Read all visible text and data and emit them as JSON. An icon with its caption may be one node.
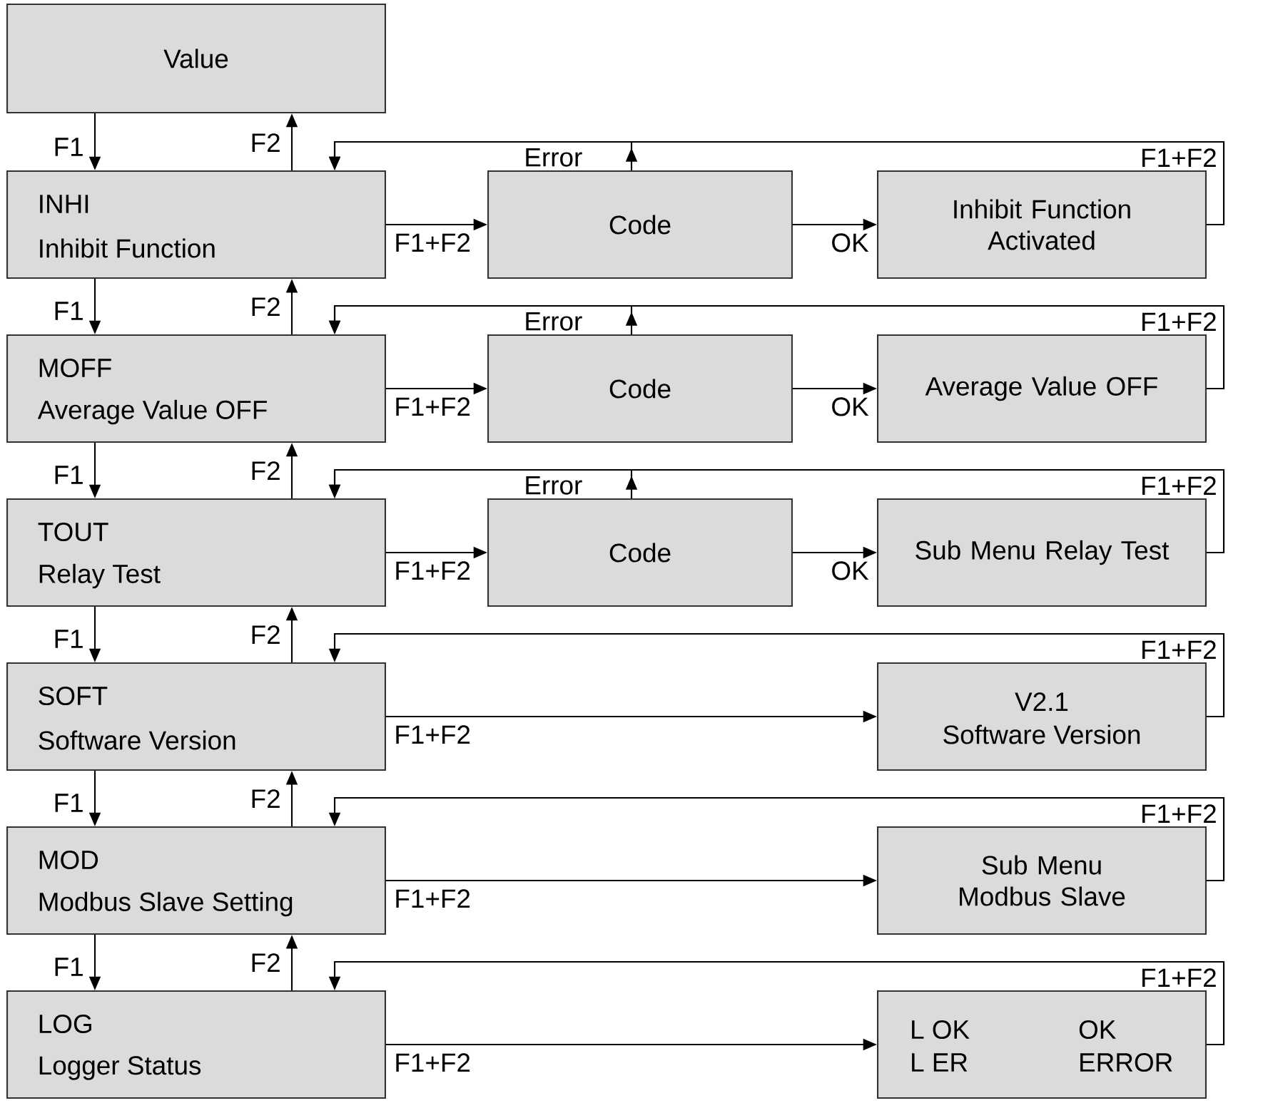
{
  "diagram": {
    "nodes": [
      {
        "text": [
          "Value"
        ]
      },
      {
        "text": [
          "INHI",
          "Inhibit Function"
        ]
      },
      {
        "text": [
          "Code"
        ]
      },
      {
        "text": [
          "Inhibit Function Activated"
        ]
      },
      {
        "text": [
          "MOFF",
          "Average Value OFF"
        ]
      },
      {
        "text": [
          "Code"
        ]
      },
      {
        "text": [
          "Average Value OFF"
        ]
      },
      {
        "text": [
          "TOUT",
          "Relay Test"
        ]
      },
      {
        "text": [
          "Code"
        ]
      },
      {
        "text": [
          "Sub Menu Relay Test"
        ]
      },
      {
        "text": [
          "SOFT",
          "Software Version"
        ]
      },
      {
        "text": [
          "V2.1",
          "Software Version"
        ]
      },
      {
        "text": [
          "MOD",
          "Modbus Slave Setting"
        ]
      },
      {
        "text": [
          "Sub Menu Modbus Slave"
        ]
      },
      {
        "text": [
          "LOG",
          "Logger Status"
        ]
      },
      {
        "text": [
          "L OK",
          "OK",
          "L ER",
          "ERROR"
        ]
      }
    ],
    "edges": [
      {
        "from": 0,
        "to": 1,
        "arrow": "to",
        "label": "F1"
      },
      {
        "from": 1,
        "to": 0,
        "arrow": "to",
        "label": "F2"
      },
      {
        "from": 1,
        "to": 2,
        "arrow": "to",
        "label": "F1+F2"
      },
      {
        "from": 2,
        "to": 3,
        "arrow": "to",
        "label": "OK"
      },
      {
        "from": 2,
        "to": 1,
        "arrow": "to",
        "label": "Error"
      },
      {
        "from": 3,
        "to": 1,
        "arrow": "to",
        "label": "F1+F2"
      },
      {
        "from": 1,
        "to": 4,
        "arrow": "to",
        "label": "F1"
      },
      {
        "from": 4,
        "to": 1,
        "arrow": "to",
        "label": "F2"
      },
      {
        "from": 4,
        "to": 5,
        "arrow": "to",
        "label": "F1+F2"
      },
      {
        "from": 5,
        "to": 6,
        "arrow": "to",
        "label": "OK"
      },
      {
        "from": 5,
        "to": 4,
        "arrow": "to",
        "label": "Error"
      },
      {
        "from": 6,
        "to": 4,
        "arrow": "to",
        "label": "F1+F2"
      },
      {
        "from": 4,
        "to": 7,
        "arrow": "to",
        "label": "F1"
      },
      {
        "from": 7,
        "to": 4,
        "arrow": "to",
        "label": "F2"
      },
      {
        "from": 7,
        "to": 8,
        "arrow": "to",
        "label": "F1+F2"
      },
      {
        "from": 8,
        "to": 9,
        "arrow": "to",
        "label": "OK"
      },
      {
        "from": 8,
        "to": 7,
        "arrow": "to",
        "label": "Error"
      },
      {
        "from": 9,
        "to": 7,
        "arrow": "to",
        "label": "F1+F2"
      },
      {
        "from": 7,
        "to": 10,
        "arrow": "to",
        "label": "F1"
      },
      {
        "from": 10,
        "to": 7,
        "arrow": "to",
        "label": "F2"
      },
      {
        "from": 10,
        "to": 11,
        "arrow": "to",
        "label": "F1+F2"
      },
      {
        "from": 11,
        "to": 10,
        "arrow": "to",
        "label": "F1+F2"
      },
      {
        "from": 10,
        "to": 12,
        "arrow": "to",
        "label": "F1"
      },
      {
        "from": 12,
        "to": 10,
        "arrow": "to",
        "label": "F2"
      },
      {
        "from": 12,
        "to": 13,
        "arrow": "to",
        "label": "F1+F2"
      },
      {
        "from": 13,
        "to": 12,
        "arrow": "to",
        "label": "F1+F2"
      },
      {
        "from": 12,
        "to": 14,
        "arrow": "to",
        "label": "F1"
      },
      {
        "from": 14,
        "to": 12,
        "arrow": "to",
        "label": "F2"
      },
      {
        "from": 14,
        "to": 15,
        "arrow": "to",
        "label": "F1+F2"
      },
      {
        "from": 15,
        "to": 14,
        "arrow": "to",
        "label": "F1+F2"
      }
    ]
  }
}
